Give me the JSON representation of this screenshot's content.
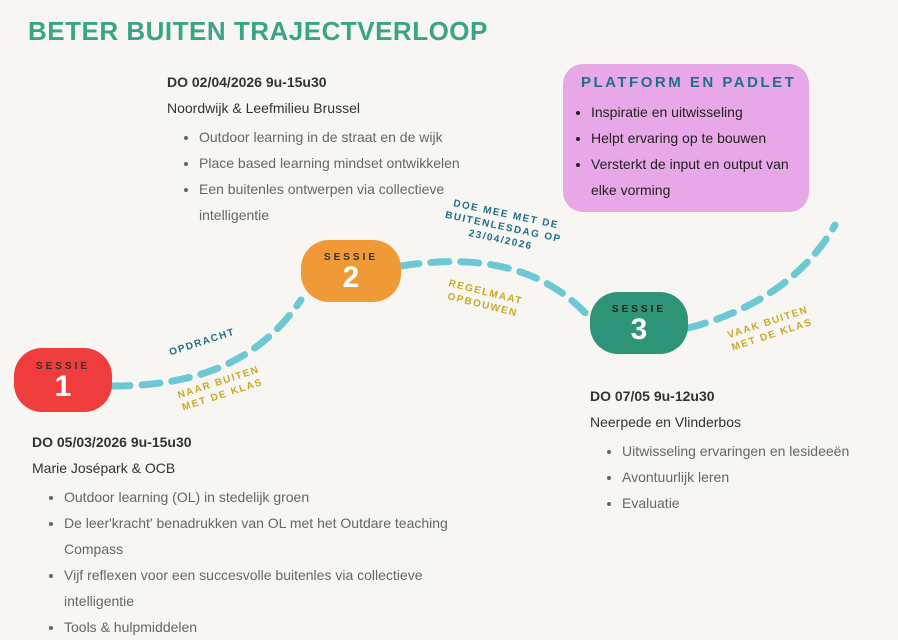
{
  "title": "BETER BUITEN TRAJECTVERLOOP",
  "colors": {
    "title": "#3aa486",
    "session1": "#ef3d3d",
    "session2": "#ef9a36",
    "session3": "#2e9478",
    "path": "#6cc9d3",
    "platform": "#e8a8e8",
    "blue_text": "#1f6e8c",
    "yellow_text": "#c8a826"
  },
  "sessions": [
    {
      "label": "SESSIE",
      "number": "1",
      "date": "DO 05/03/2026  9u-15u30",
      "place": "Marie Josépark & OCB",
      "bullets": [
        "Outdoor learning (OL) in stedelijk groen",
        "De leer'kracht' benadrukken van OL met het Outdare teaching Compass",
        "Vijf reflexen voor een succesvolle buitenles via collectieve intelligentie",
        "Tools & hulpmiddelen"
      ]
    },
    {
      "label": "SESSIE",
      "number": "2",
      "date": "DO 02/04/2026  9u-15u30",
      "place": "Noordwijk & Leefmilieu Brussel",
      "bullets": [
        "Outdoor learning in de straat en de wijk",
        "Place based learning mindset ontwikkelen",
        "Een buitenles ontwerpen via collectieve intelligentie"
      ]
    },
    {
      "label": "SESSIE",
      "number": "3",
      "date": "DO 07/05 9u-12u30",
      "place": "Neerpede en Vlinderbos",
      "bullets": [
        "Uitwisseling ervaringen en lesideeën",
        "Avontuurlijk leren",
        "Evaluatie"
      ]
    }
  ],
  "platform": {
    "title": "PLATFORM EN PADLET",
    "bullets": [
      "Inspiratie en uitwisseling",
      "Helpt ervaring op te bouwen",
      "Versterkt de input en output van elke vorming"
    ]
  },
  "tags": {
    "opdracht": "OPDRACHT",
    "naar_buiten_1": "NAAR BUITEN",
    "naar_buiten_2": "MET DE KLAS",
    "doe_mee_1": "DOE MEE MET DE",
    "doe_mee_2": "BUITENLESDAG OP",
    "doe_mee_3": "23/04/2026",
    "regelmaat_1": "REGELMAAT",
    "regelmaat_2": "OPBOUWEN",
    "vaak_buiten_1": "VAAK BUITEN",
    "vaak_buiten_2": "MET DE KLAS"
  }
}
